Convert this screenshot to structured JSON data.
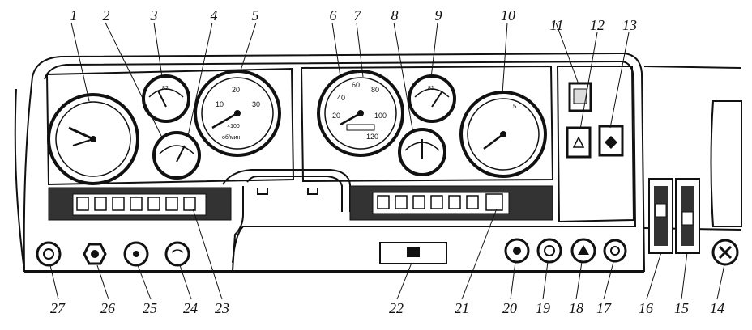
{
  "callouts": {
    "n1": "1",
    "n2": "2",
    "n3": "3",
    "n4": "4",
    "n5": "5",
    "n6": "6",
    "n7": "7",
    "n8": "8",
    "n9": "9",
    "n10": "10",
    "n11": "11",
    "n12": "12",
    "n13": "13",
    "n14": "14",
    "n15": "15",
    "n16": "16",
    "n17": "17",
    "n18": "18",
    "n19": "19",
    "n20": "20",
    "n21": "21",
    "n22": "22",
    "n23": "23",
    "n24": "24",
    "n25": "25",
    "n26": "26",
    "n27": "27"
  },
  "speedometer": {
    "scale_20": "20",
    "scale_40": "40",
    "scale_60": "60",
    "scale_80": "80",
    "scale_100": "100",
    "scale_120": "120"
  },
  "tachometer": {
    "scale_10": "10",
    "scale_20": "20",
    "scale_30": "30",
    "unit": "×100",
    "label": "об/мин"
  },
  "gauge_text": {
    "g3_label": "82",
    "g9_label": "81",
    "g10_small": "5"
  },
  "colors": {
    "ink": "#111111",
    "paper": "#ffffff",
    "shade": "#333333"
  }
}
